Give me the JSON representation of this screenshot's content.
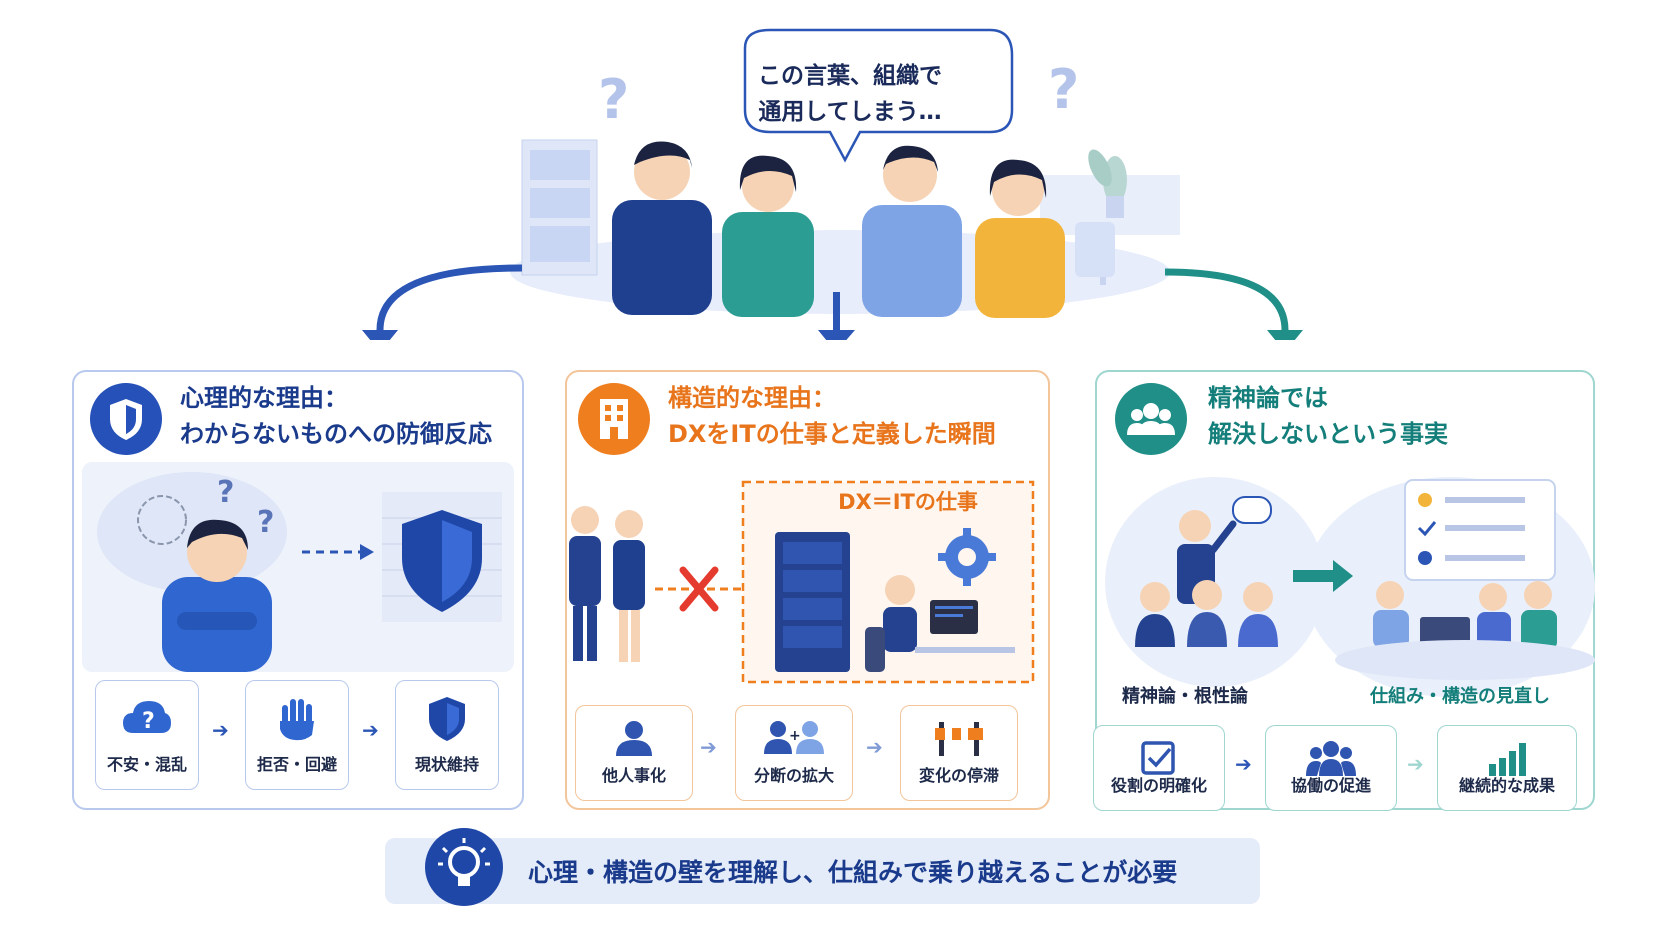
{
  "top": {
    "speech_line1": "この言葉、組織で",
    "speech_line2": "通用してしまう…"
  },
  "panels": {
    "left": {
      "title_line1": "心理的な理由：",
      "title_line2": "わからないものへの防御反応",
      "steps": [
        "不安・混乱",
        "拒否・回避",
        "現状維持"
      ],
      "accent": "#2551b8"
    },
    "middle": {
      "title_line1": "構造的な理由：",
      "title_line2": "DXをITの仕事と定義した瞬間",
      "box_label": "DX＝ITの仕事",
      "steps": [
        "他人事化",
        "分断の拡大",
        "変化の停滞"
      ],
      "accent": "#ef7e1f"
    },
    "right": {
      "title_line1": "精神論では",
      "title_line2": "解決しないという事実",
      "scene_left_label": "精神論・根性論",
      "scene_right_label": "仕組み・構造の見直し",
      "steps": [
        "役割の明確化",
        "協働の促進",
        "継続的な成果"
      ],
      "accent": "#1f8f88"
    }
  },
  "footer": {
    "text": "心理・構造の壁を理解し、仕組みで乗り越えることが必要"
  },
  "icons": {
    "left_title": "shield-icon",
    "middle_title": "building-icon",
    "right_title": "team-icon",
    "footer": "lightbulb-icon"
  }
}
